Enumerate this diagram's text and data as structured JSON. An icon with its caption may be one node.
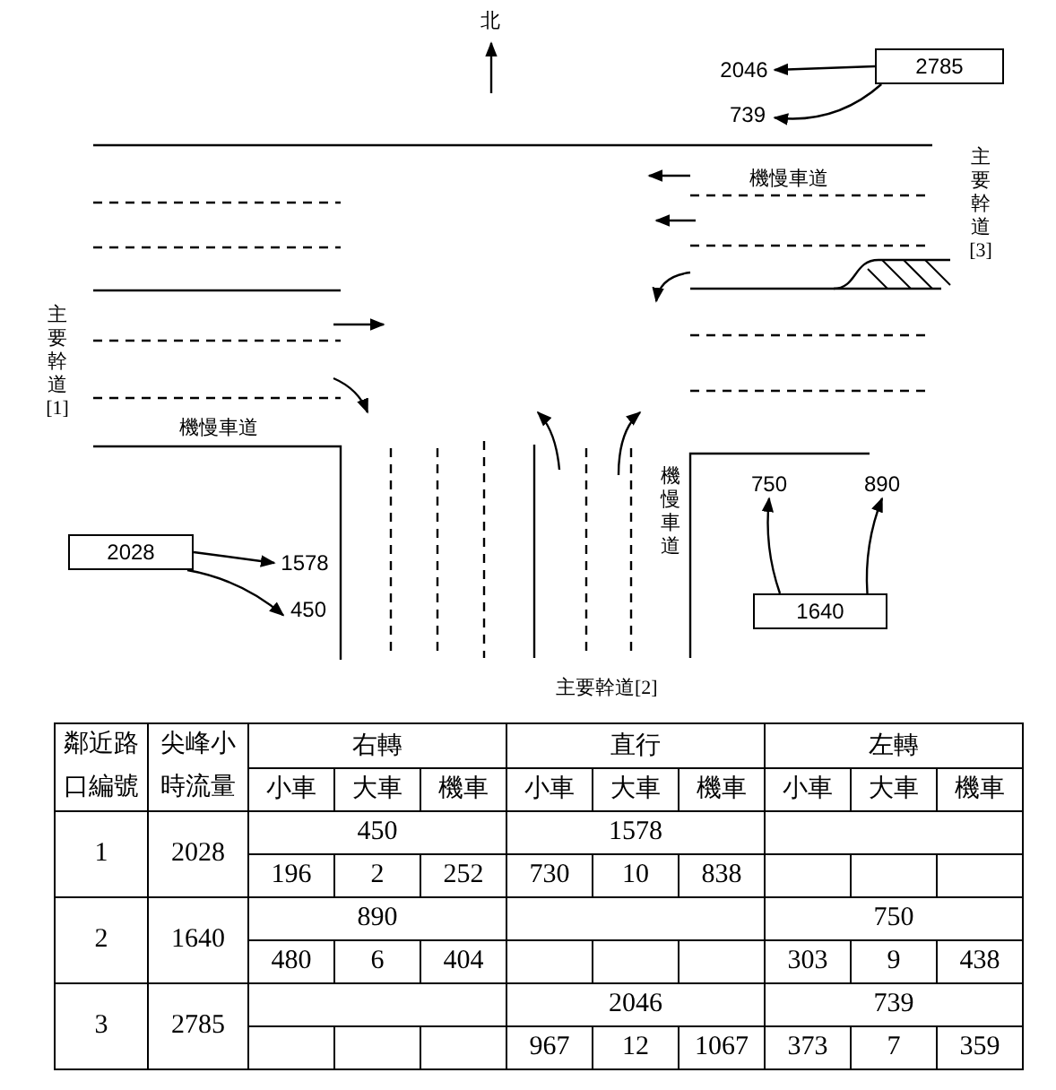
{
  "diagram": {
    "nodes": [
      {
        "text": [
          "2785"
        ]
      },
      {
        "text": [
          "2046"
        ]
      },
      {
        "text": [
          "739"
        ]
      },
      {
        "text": [
          "2028"
        ]
      },
      {
        "text": [
          "1578"
        ]
      },
      {
        "text": [
          "450"
        ]
      },
      {
        "text": [
          "750"
        ]
      },
      {
        "text": [
          "890"
        ]
      },
      {
        "text": [
          "1640"
        ]
      }
    ],
    "edges": [
      {
        "from": 0,
        "to": 1,
        "arrow": "to"
      },
      {
        "from": 0,
        "to": 2,
        "arrow": "to"
      },
      {
        "from": 3,
        "to": 4,
        "arrow": "to"
      },
      {
        "from": 3,
        "to": 5,
        "arrow": "to"
      },
      {
        "from": 8,
        "to": 6,
        "arrow": "to"
      },
      {
        "from": 8,
        "to": 7,
        "arrow": "to"
      }
    ],
    "labels": [
      "北",
      "機慢車道",
      "主要幹道[3]",
      "主要幹道[1]",
      "機慢車道",
      "機慢車道",
      "主要幹道[2]",
      "鄰近路口編號",
      "尖峰小時流量",
      "右轉",
      "直行",
      "左轉",
      "小車",
      "大車",
      "機車",
      "小車",
      "大車",
      "機車",
      "小車",
      "大車",
      "機車",
      "1",
      "2028",
      "450",
      "1578",
      "196",
      "2",
      "252",
      "730",
      "10",
      "838",
      "2",
      "1640",
      "890",
      "750",
      "480",
      "6",
      "404",
      "303",
      "9",
      "438",
      "3",
      "2785",
      "2046",
      "739",
      "967",
      "12",
      "1067",
      "373",
      "7",
      "359"
    ]
  }
}
